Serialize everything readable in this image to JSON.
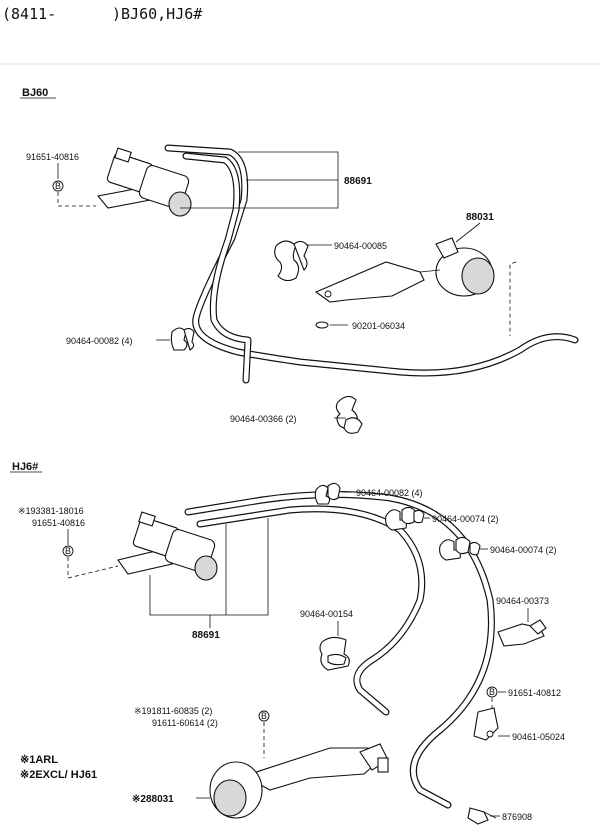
{
  "header": {
    "range": "(8411-",
    "models": ")BJ60,HJ6#"
  },
  "sections": {
    "bj60": {
      "title": "BJ60",
      "labels": {
        "p_91651_40816": "91651-40816",
        "p_88691": "88691",
        "p_88031": "88031",
        "p_90464_00085": "90464-00085",
        "p_90201_06034": "90201-06034",
        "p_90464_00082": "90464-00082 (4)",
        "p_90464_00366": "90464-00366 (2)",
        "bolt_symbol": "B"
      }
    },
    "hj6": {
      "title": "HJ6#",
      "labels": {
        "p_193381_18016": "※193381-18016",
        "p_91651_40816": "91651-40816",
        "p_88691": "88691",
        "p_90464_00082": "90464-00082 (4)",
        "p_90464_00074_a": "90464-00074 (2)",
        "p_90464_00074_b": "90464-00074 (2)",
        "p_90464_00154": "90464-00154",
        "p_90464_00373": "90464-00373",
        "p_91651_40812": "91651-40812",
        "p_90461_05024": "90461-05024",
        "p_191811_60835": "※191811-60835 (2)",
        "p_91611_60614": "91611-60614 (2)",
        "p_88031": "※288031",
        "p_876908": "876908",
        "bolt_symbol": "B"
      }
    }
  },
  "notes": {
    "note1": "※1ARL",
    "note2": "※2EXCL/ HJ61"
  }
}
